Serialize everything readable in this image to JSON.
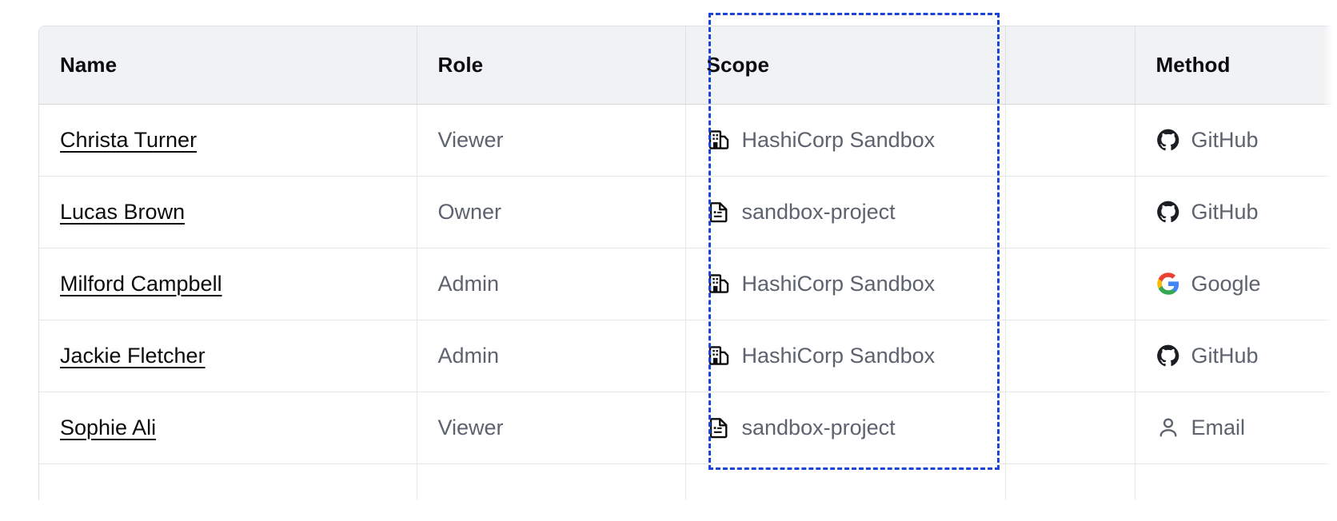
{
  "table": {
    "columns": [
      {
        "key": "name",
        "label": "Name"
      },
      {
        "key": "role",
        "label": "Role"
      },
      {
        "key": "scope",
        "label": "Scope"
      },
      {
        "key": "blank",
        "label": ""
      },
      {
        "key": "method",
        "label": "Method"
      }
    ],
    "rows": [
      {
        "name": "Christa Turner",
        "role": "Viewer",
        "scope": "HashiCorp Sandbox",
        "scope_icon": "organization-building-icon",
        "method": "GitHub",
        "method_icon": "github-icon"
      },
      {
        "name": "Lucas Brown",
        "role": "Owner",
        "scope": "sandbox-project",
        "scope_icon": "project-document-icon",
        "method": "GitHub",
        "method_icon": "github-icon"
      },
      {
        "name": "Milford Campbell",
        "role": "Admin",
        "scope": "HashiCorp Sandbox",
        "scope_icon": "organization-building-icon",
        "method": "Google",
        "method_icon": "google-icon"
      },
      {
        "name": "Jackie Fletcher",
        "role": "Admin",
        "scope": "HashiCorp Sandbox",
        "scope_icon": "organization-building-icon",
        "method": "GitHub",
        "method_icon": "github-icon"
      },
      {
        "name": "Sophie Ali",
        "role": "Viewer",
        "scope": "sandbox-project",
        "scope_icon": "project-document-icon",
        "method": "Email",
        "method_icon": "user-person-icon"
      }
    ]
  },
  "selection": {
    "target_column": "Scope",
    "border_color": "#1B45D7",
    "style": "dashed"
  },
  "colors": {
    "header_background": "#F1F2F3",
    "row_background": "#FFFFFF",
    "border": "#DEDFE3",
    "row_border": "#E6E7EA",
    "heading_text": "#0C0C0E",
    "body_text": "#5C626E",
    "link_text": "#0C0C0E",
    "selection_blue": "#1B45D7",
    "github_black": "#1B1F23",
    "google_blue": "#4285F4",
    "google_red": "#EA4335",
    "google_yellow": "#FBBC05",
    "google_green": "#34A853"
  }
}
